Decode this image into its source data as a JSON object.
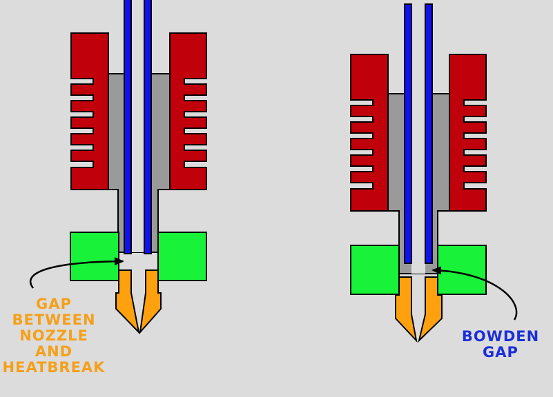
{
  "diagram": {
    "left": {
      "label_lines": [
        "GAP",
        "BETWEEN",
        "NOZZLE",
        "AND",
        "HEATBREAK"
      ]
    },
    "right": {
      "label_lines": [
        "BOWDEN",
        "GAP"
      ]
    }
  },
  "colors": {
    "background": "#dcdcdc",
    "heatsink": "#c0000a",
    "heatbreak": "#9a9a9a",
    "ptfe_tube": "#1111ee",
    "heater_block": "#18f33a",
    "nozzle": "#ffa10f",
    "outline": "#000000",
    "left_label": "#f4a01a",
    "right_label": "#1b2fd8"
  }
}
